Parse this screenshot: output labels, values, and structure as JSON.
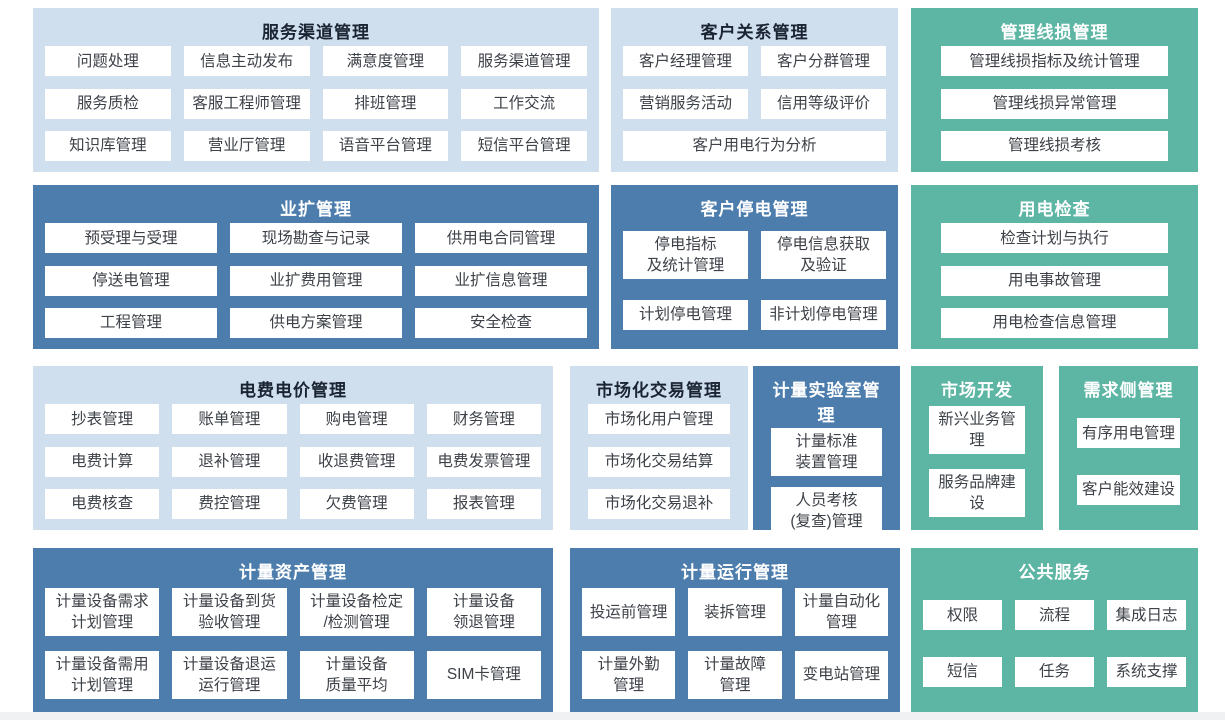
{
  "colors": {
    "page_bg": "#ffffff",
    "light_panel": "#cfdfee",
    "blue_panel": "#4d7dad",
    "teal_panel": "#5db5a4",
    "box_bg": "#ffffff",
    "title_dark": "#1b2433",
    "title_light": "#ffffff",
    "item_text": "#3d4248",
    "bottom_strip": "#f0f1f2"
  },
  "panels": [
    {
      "id": "service-channel",
      "title": "服务渠道管理",
      "theme": "light",
      "cols": 4,
      "items": [
        {
          "label": "问题处理"
        },
        {
          "label": "信息主动发布"
        },
        {
          "label": "满意度管理"
        },
        {
          "label": "服务渠道管理"
        },
        {
          "label": "服务质检"
        },
        {
          "label": "客服工程师管理"
        },
        {
          "label": "排班管理"
        },
        {
          "label": "工作交流"
        },
        {
          "label": "知识库管理"
        },
        {
          "label": "营业厅管理"
        },
        {
          "label": "语音平台管理"
        },
        {
          "label": "短信平台管理"
        }
      ]
    },
    {
      "id": "customer-relation",
      "title": "客户关系管理",
      "theme": "light",
      "cols": 2,
      "items": [
        {
          "label": "客户经理管理"
        },
        {
          "label": "客户分群管理"
        },
        {
          "label": "营销服务活动"
        },
        {
          "label": "信用等级评价"
        },
        {
          "label": "客户用电行为分析",
          "span": 2
        }
      ]
    },
    {
      "id": "line-loss",
      "title": "管理线损管理",
      "theme": "teal",
      "cols": 1,
      "inset": true,
      "items": [
        {
          "label": "管理线损指标及统计管理"
        },
        {
          "label": "管理线损异常管理"
        },
        {
          "label": "管理线损考核"
        }
      ]
    },
    {
      "id": "business-expansion",
      "title": "业扩管理",
      "theme": "blue",
      "cols": 3,
      "items": [
        {
          "label": "预受理与受理"
        },
        {
          "label": "现场勘查与记录"
        },
        {
          "label": "供用电合同管理"
        },
        {
          "label": "停送电管理"
        },
        {
          "label": "业扩费用管理"
        },
        {
          "label": "业扩信息管理"
        },
        {
          "label": "工程管理"
        },
        {
          "label": "供电方案管理"
        },
        {
          "label": "安全检查"
        }
      ]
    },
    {
      "id": "customer-outage",
      "title": "客户停电管理",
      "theme": "blue",
      "cols": 2,
      "items": [
        {
          "label": "停电指标\n及统计管理"
        },
        {
          "label": "停电信息获取\n及验证"
        },
        {
          "label": "计划停电管理"
        },
        {
          "label": "非计划停电管理"
        }
      ]
    },
    {
      "id": "power-inspection",
      "title": "用电检查",
      "theme": "teal",
      "cols": 1,
      "inset": true,
      "items": [
        {
          "label": "检查计划与执行"
        },
        {
          "label": "用电事故管理"
        },
        {
          "label": "用电检查信息管理"
        }
      ]
    },
    {
      "id": "billing-pricing",
      "title": "电费电价管理",
      "theme": "light",
      "cols": 4,
      "items": [
        {
          "label": "抄表管理"
        },
        {
          "label": "账单管理"
        },
        {
          "label": "购电管理"
        },
        {
          "label": "财务管理"
        },
        {
          "label": "电费计算"
        },
        {
          "label": "退补管理"
        },
        {
          "label": "收退费管理"
        },
        {
          "label": "电费发票管理"
        },
        {
          "label": "电费核查"
        },
        {
          "label": "费控管理"
        },
        {
          "label": "欠费管理"
        },
        {
          "label": "报表管理"
        }
      ]
    },
    {
      "id": "market-trade",
      "title": "市场化交易管理",
      "theme": "light",
      "cols": 1,
      "inset_sm": true,
      "items": [
        {
          "label": "市场化用户管理"
        },
        {
          "label": "市场化交易结算"
        },
        {
          "label": "市场化交易退补"
        }
      ]
    },
    {
      "id": "metering-lab",
      "title": "计量实验室管理",
      "theme": "blue",
      "cols": 1,
      "inset_sm": true,
      "items": [
        {
          "label": "计量标准\n装置管理"
        },
        {
          "label": "人员考核\n(复查)管理"
        }
      ]
    },
    {
      "id": "market-dev",
      "title": "市场开发",
      "theme": "teal",
      "cols": 1,
      "inset_sm": true,
      "items": [
        {
          "label": "新兴业务管理"
        },
        {
          "label": "服务品牌建设"
        }
      ]
    },
    {
      "id": "demand-side",
      "title": "需求侧管理",
      "theme": "teal",
      "cols": 1,
      "inset_sm": true,
      "items": [
        {
          "label": "有序用电管理"
        },
        {
          "label": "客户能效建设"
        }
      ]
    },
    {
      "id": "metering-assets",
      "title": "计量资产管理",
      "theme": "blue",
      "cols": 4,
      "tall": true,
      "items": [
        {
          "label": "计量设备需求\n计划管理"
        },
        {
          "label": "计量设备到货\n验收管理"
        },
        {
          "label": "计量设备检定\n/检测管理"
        },
        {
          "label": "计量设备\n领退管理"
        },
        {
          "label": "计量设备需用\n计划管理"
        },
        {
          "label": "计量设备退运\n运行管理"
        },
        {
          "label": "计量设备\n质量平均"
        },
        {
          "label": "SIM卡管理"
        }
      ]
    },
    {
      "id": "metering-ops",
      "title": "计量运行管理",
      "theme": "blue",
      "cols": 3,
      "tall": true,
      "items": [
        {
          "label": "投运前管理"
        },
        {
          "label": "装拆管理"
        },
        {
          "label": "计量自动化\n管理"
        },
        {
          "label": "计量外勤\n管理"
        },
        {
          "label": "计量故障\n管理"
        },
        {
          "label": "变电站管理"
        }
      ]
    },
    {
      "id": "public-services",
      "title": "公共服务",
      "theme": "teal",
      "cols": 3,
      "items": [
        {
          "label": "权限"
        },
        {
          "label": "流程"
        },
        {
          "label": "集成日志"
        },
        {
          "label": "短信"
        },
        {
          "label": "任务"
        },
        {
          "label": "系统支撑"
        }
      ]
    }
  ]
}
